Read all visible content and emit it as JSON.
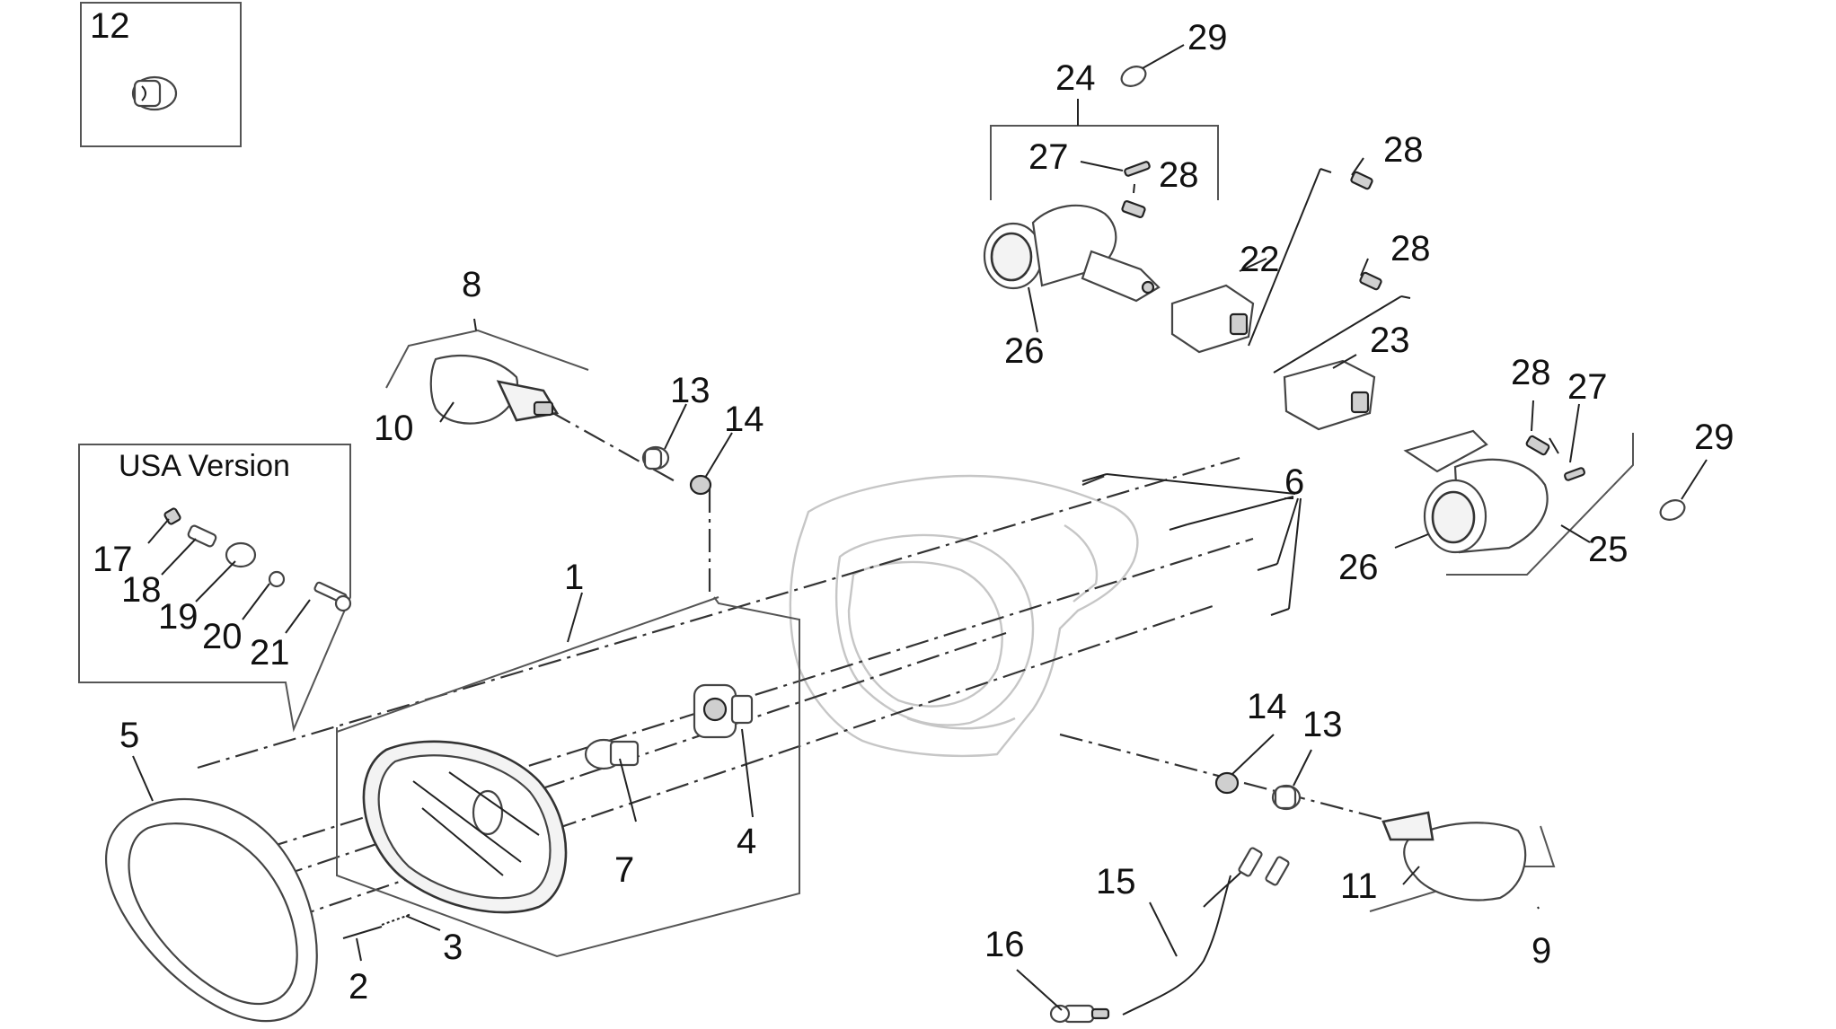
{
  "inset_label": "USA Version",
  "callouts": {
    "c1": "1",
    "c2": "2",
    "c3": "3",
    "c4": "4",
    "c5": "5",
    "c6": "6",
    "c7": "7",
    "c8": "8",
    "c9": "9",
    "c10": "10",
    "c11": "11",
    "c12": "12",
    "c13a": "13",
    "c13b": "13",
    "c14a": "14",
    "c14b": "14",
    "c15": "15",
    "c16": "16",
    "c17": "17",
    "c18": "18",
    "c19": "19",
    "c20": "20",
    "c21": "21",
    "c22": "22",
    "c23": "23",
    "c24": "24",
    "c25": "25",
    "c26a": "26",
    "c26b": "26",
    "c27a": "27",
    "c27b": "27",
    "c28a": "28",
    "c28b": "28",
    "c28c": "28",
    "c28d": "28",
    "c29a": "29",
    "c29b": "29"
  }
}
